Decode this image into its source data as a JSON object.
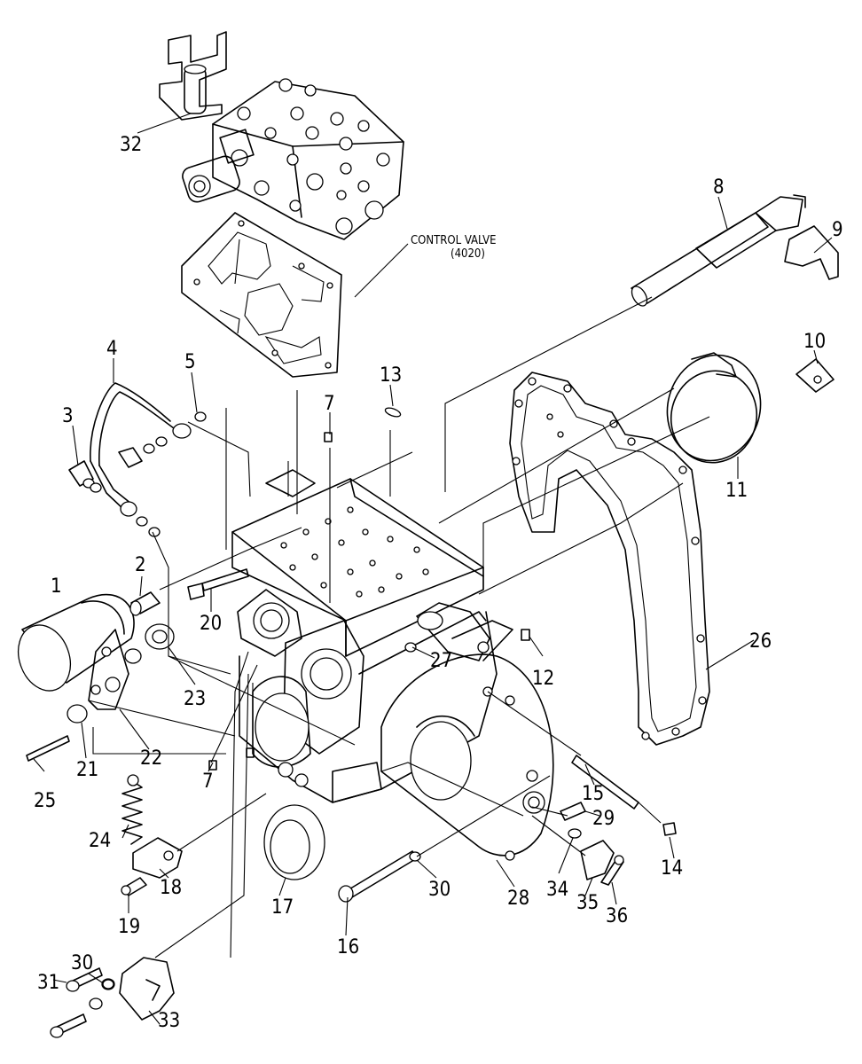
{
  "callouts": [
    {
      "id": "p1",
      "text": "1"
    },
    {
      "id": "p2",
      "text": "2"
    },
    {
      "id": "p3",
      "text": "3"
    },
    {
      "id": "p4",
      "text": "4"
    },
    {
      "id": "p5",
      "text": "5"
    },
    {
      "id": "p7a",
      "text": "7"
    },
    {
      "id": "p7b",
      "text": "7"
    },
    {
      "id": "p8",
      "text": "8"
    },
    {
      "id": "p9",
      "text": "9"
    },
    {
      "id": "p10",
      "text": "10"
    },
    {
      "id": "p11",
      "text": "11"
    },
    {
      "id": "p12",
      "text": "12"
    },
    {
      "id": "p13",
      "text": "13"
    },
    {
      "id": "p14",
      "text": "14"
    },
    {
      "id": "p15",
      "text": "15"
    },
    {
      "id": "p16",
      "text": "16"
    },
    {
      "id": "p17",
      "text": "17"
    },
    {
      "id": "p18",
      "text": "18"
    },
    {
      "id": "p19",
      "text": "19"
    },
    {
      "id": "p20",
      "text": "20"
    },
    {
      "id": "p21",
      "text": "21"
    },
    {
      "id": "p22",
      "text": "22"
    },
    {
      "id": "p23",
      "text": "23"
    },
    {
      "id": "p24",
      "text": "24"
    },
    {
      "id": "p25",
      "text": "25"
    },
    {
      "id": "p26",
      "text": "26"
    },
    {
      "id": "p27",
      "text": "27"
    },
    {
      "id": "p28",
      "text": "28"
    },
    {
      "id": "p29",
      "text": "29"
    },
    {
      "id": "p30a",
      "text": "30"
    },
    {
      "id": "p30b",
      "text": "30"
    },
    {
      "id": "p31",
      "text": "31"
    },
    {
      "id": "p32",
      "text": "32"
    },
    {
      "id": "p33",
      "text": "33"
    },
    {
      "id": "p34",
      "text": "34"
    },
    {
      "id": "p35",
      "text": "35"
    },
    {
      "id": "p36",
      "text": "36"
    }
  ],
  "notes": {
    "control_valve_line1": "CONTROL VALVE",
    "control_valve_line2": "(4020)"
  }
}
